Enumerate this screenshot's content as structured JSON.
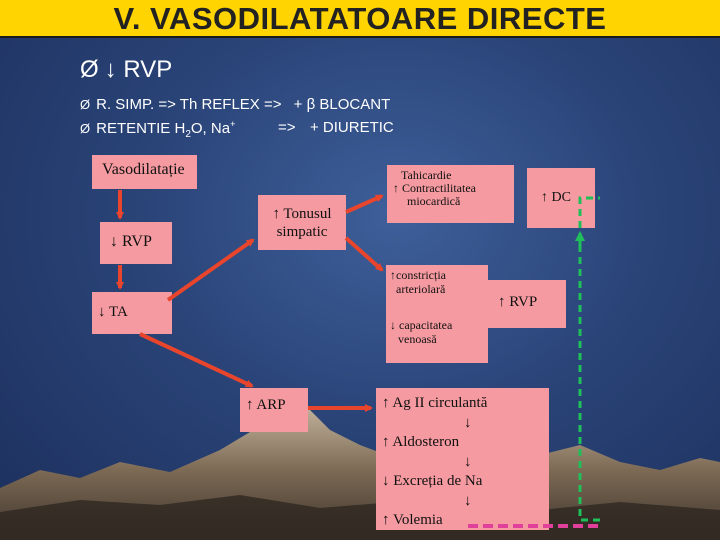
{
  "title": "V. VASODILATATOARE DIRECTE",
  "heading": {
    "bullet": "Ø",
    "text": "↓ RVP"
  },
  "lines": [
    {
      "bullet": "Ø",
      "text_a": "R. SIMP. => Th REFLEX =>",
      "text_b": "+ β BLOCANT"
    },
    {
      "bullet": "Ø",
      "text_a_pre": "RETENTIE H",
      "sub": "2",
      "text_a_mid": "O, Na",
      "sup": "+",
      "arrow": "=>",
      "text_b": "+ DIURETIC"
    }
  ],
  "boxes": {
    "vasodilatatie": "Vasodilatație",
    "rvp_down": "↓ RVP",
    "ta_down": "↓ TA",
    "tonus_line1": "↑ Tonusul",
    "tonus_line2": "simpatic",
    "tahi_line1": "Tahicardie",
    "tahi_line2": "↑ Contractilitatea",
    "tahi_line3": "miocardică",
    "dc_up": "↑ DC",
    "constr_line1": "↑constricția",
    "constr_line2": "arteriolară",
    "capac_line1": "↓ capacitatea",
    "capac_line2": "venoasă",
    "rvp_up": "↑ RVP",
    "arp_up": "↑ ARP",
    "raas_1": "↑ Ag II circulantă",
    "raas_2": "↓",
    "raas_3": "↑ Aldosteron",
    "raas_4": "↓",
    "raas_5": "↓ Excreția de Na",
    "raas_6": "↓",
    "raas_7": "↑ Volemia"
  },
  "colors": {
    "title_bg": "#ffd400",
    "box_fill": "#f59aa0",
    "arrow_red": "#e8452c",
    "feedback_green": "#1fbf5a",
    "feedback_pink": "#e0409a"
  }
}
